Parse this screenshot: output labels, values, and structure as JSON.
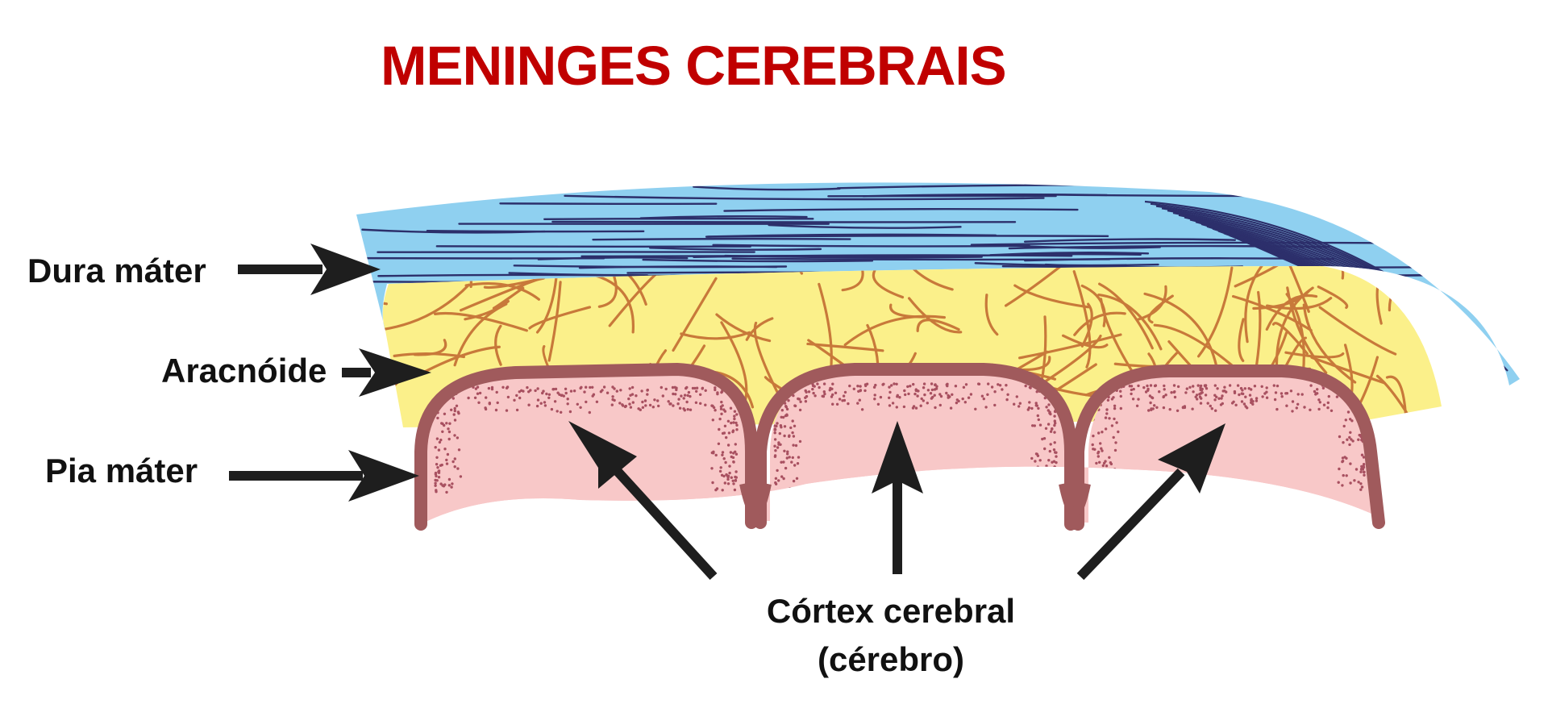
{
  "title": "MENINGES CEREBRAIS",
  "labels": {
    "dura_mater": "Dura máter",
    "aracnoide": "Aracnóide",
    "pia_mater": "Pia máter",
    "cortex_line1": "Córtex cerebral",
    "cortex_line2": "(cérebro)"
  },
  "colors": {
    "title": "#c00000",
    "dura_fill": "#8fd0f0",
    "dura_fibers": "#2c2f6b",
    "arachnoid_fill": "#fbf08a",
    "arachnoid_fibers": "#c8793a",
    "pia_line": "#a05a5c",
    "cortex_fill": "#f8c8c8",
    "cortex_dots": "#a85060",
    "arrows": "#1e1e1e"
  }
}
